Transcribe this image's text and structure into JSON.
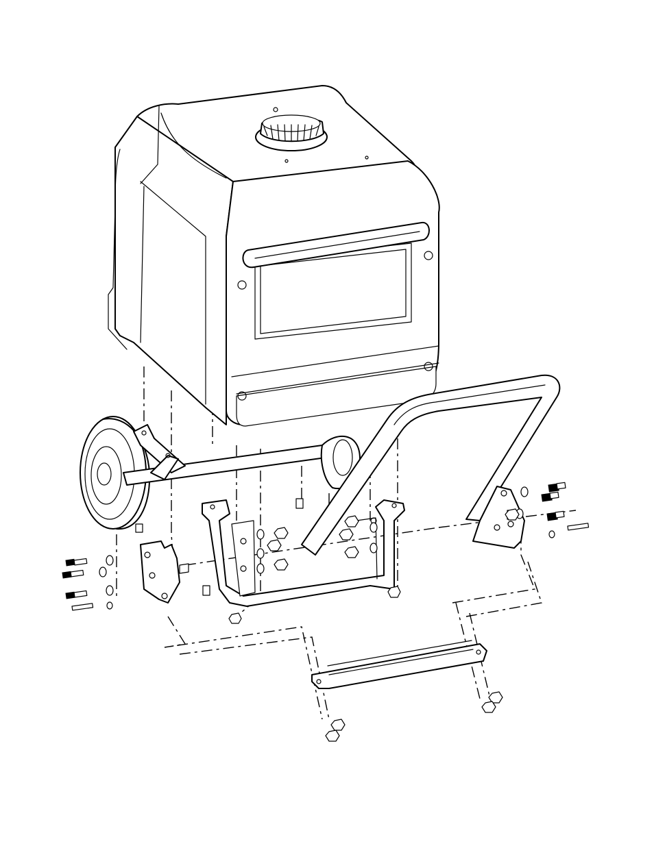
{
  "diagram": {
    "kind": "exploded-assembly-line-drawing",
    "background_color": "#ffffff",
    "line_color": "#000000",
    "components": [
      {
        "id": "generator-housing"
      },
      {
        "id": "fuel-cap"
      },
      {
        "id": "carry-handle"
      },
      {
        "id": "wheel"
      },
      {
        "id": "axle-frame"
      },
      {
        "id": "handle-frame"
      },
      {
        "id": "mounting-bracket-center"
      },
      {
        "id": "bracket-plate-left"
      },
      {
        "id": "bracket-plate-right"
      },
      {
        "id": "support-bar"
      },
      {
        "id": "fastener-bolts"
      },
      {
        "id": "fastener-washers"
      },
      {
        "id": "fastener-nuts"
      }
    ]
  }
}
